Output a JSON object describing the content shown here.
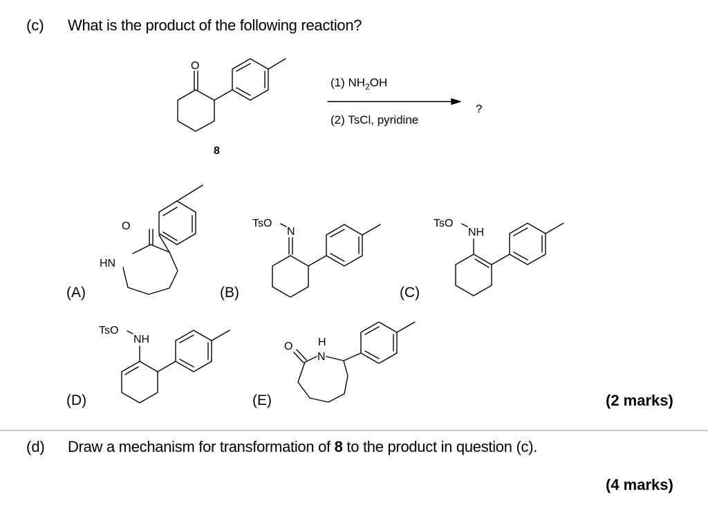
{
  "question_c": {
    "label": "(c)",
    "text": "What is the product of the following reaction?",
    "marks": "(2 marks)"
  },
  "reaction": {
    "starting_material": {
      "compound_number": "8",
      "name": "2-(p-tolyl)cyclohexan-1-one",
      "atoms": {
        "oxygen": "O"
      }
    },
    "step1_prefix": "(1) NH",
    "step1_sub": "2",
    "step1_suffix": "OH",
    "step2": "(2) TsCl, pyridine",
    "product": "?"
  },
  "options": [
    {
      "label": "(A)",
      "structure": "3-(p-tolyl)azepan-2-one",
      "atoms": {
        "o": "O",
        "n": "HN"
      }
    },
    {
      "label": "(B)",
      "structure": "O-tosyl oxime of 8",
      "atoms": {
        "tso": "TsO",
        "n": "N"
      }
    },
    {
      "label": "(C)",
      "structure": "N-(tosyloxy)enamine, tetrasubstituted alkene",
      "atoms": {
        "tso": "TsO",
        "n": "NH"
      }
    },
    {
      "label": "(D)",
      "structure": "N-(tosyloxy)enamine, trisubstituted alkene",
      "atoms": {
        "tso": "TsO",
        "n": "NH"
      }
    },
    {
      "label": "(E)",
      "structure": "7-(p-tolyl)azepan-2-one",
      "atoms": {
        "o": "O",
        "h": "H",
        "n": "N"
      }
    }
  ],
  "question_d": {
    "label": "(d)",
    "text_before": "Draw a mechanism for transformation of ",
    "text_bold": "8",
    "text_after": " to the product in question (c).",
    "marks": "(4 marks)"
  },
  "colors": {
    "text": "#000000",
    "divider": "#c8c8c8",
    "background": "#ffffff"
  }
}
